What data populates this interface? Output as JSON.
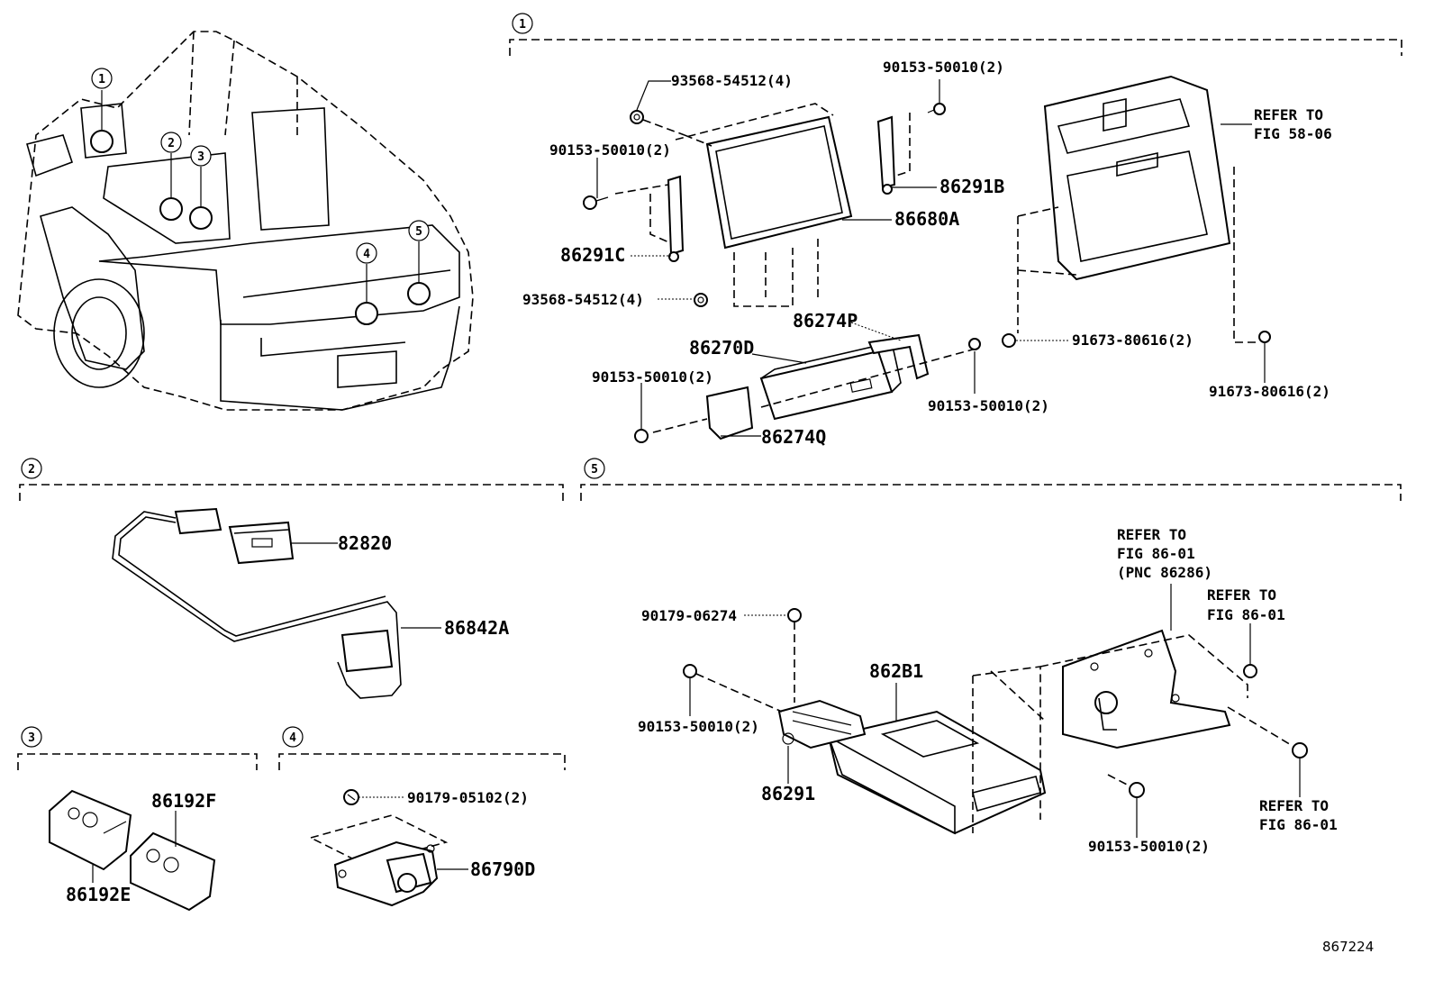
{
  "sections": [
    {
      "id": "1",
      "title": "1"
    },
    {
      "id": "2",
      "title": "2"
    },
    {
      "id": "3",
      "title": "3"
    },
    {
      "id": "4",
      "title": "4"
    },
    {
      "id": "5",
      "title": "5"
    }
  ],
  "overview_markers": [
    "1",
    "2",
    "3",
    "4",
    "5"
  ],
  "labels": {
    "s1_93568_top": "93568-54512(4)",
    "s1_90153_topright": "90153-50010(2)",
    "s1_90153_left": "90153-50010(2)",
    "s1_86291B": "86291B",
    "s1_86680A": "86680A",
    "s1_86291C": "86291C",
    "s1_93568_bottom": "93568-54512(4)",
    "s1_refer_1": "REFER TO",
    "s1_refer_2": "FIG 58-06",
    "s1_86274P": "86274P",
    "s1_86270D": "86270D",
    "s1_91673_mid": "91673-80616(2)",
    "s1_91673_right": "91673-80616(2)",
    "s1_90153_lowleft": "90153-50010(2)",
    "s1_90153_lowmid": "90153-50010(2)",
    "s1_86274Q": "86274Q",
    "s2_82820": "82820",
    "s2_86842A": "86842A",
    "s3_86192F": "86192F",
    "s3_86192E": "86192E",
    "s4_90179": "90179-05102(2)",
    "s4_86790D": "86790D",
    "s5_refer_a1": "REFER TO",
    "s5_refer_a2": "FIG 86-01",
    "s5_refer_a3": "(PNC 86286)",
    "s5_refer_b1": "REFER TO",
    "s5_refer_b2": "FIG 86-01",
    "s5_90179": "90179-06274",
    "s5_862B1": "862B1",
    "s5_90153_left": "90153-50010(2)",
    "s5_86291": "86291",
    "s5_refer_c1": "REFER TO",
    "s5_refer_c2": "FIG 86-01",
    "s5_90153_bottom": "90153-50010(2)"
  },
  "figure_id": "867224"
}
